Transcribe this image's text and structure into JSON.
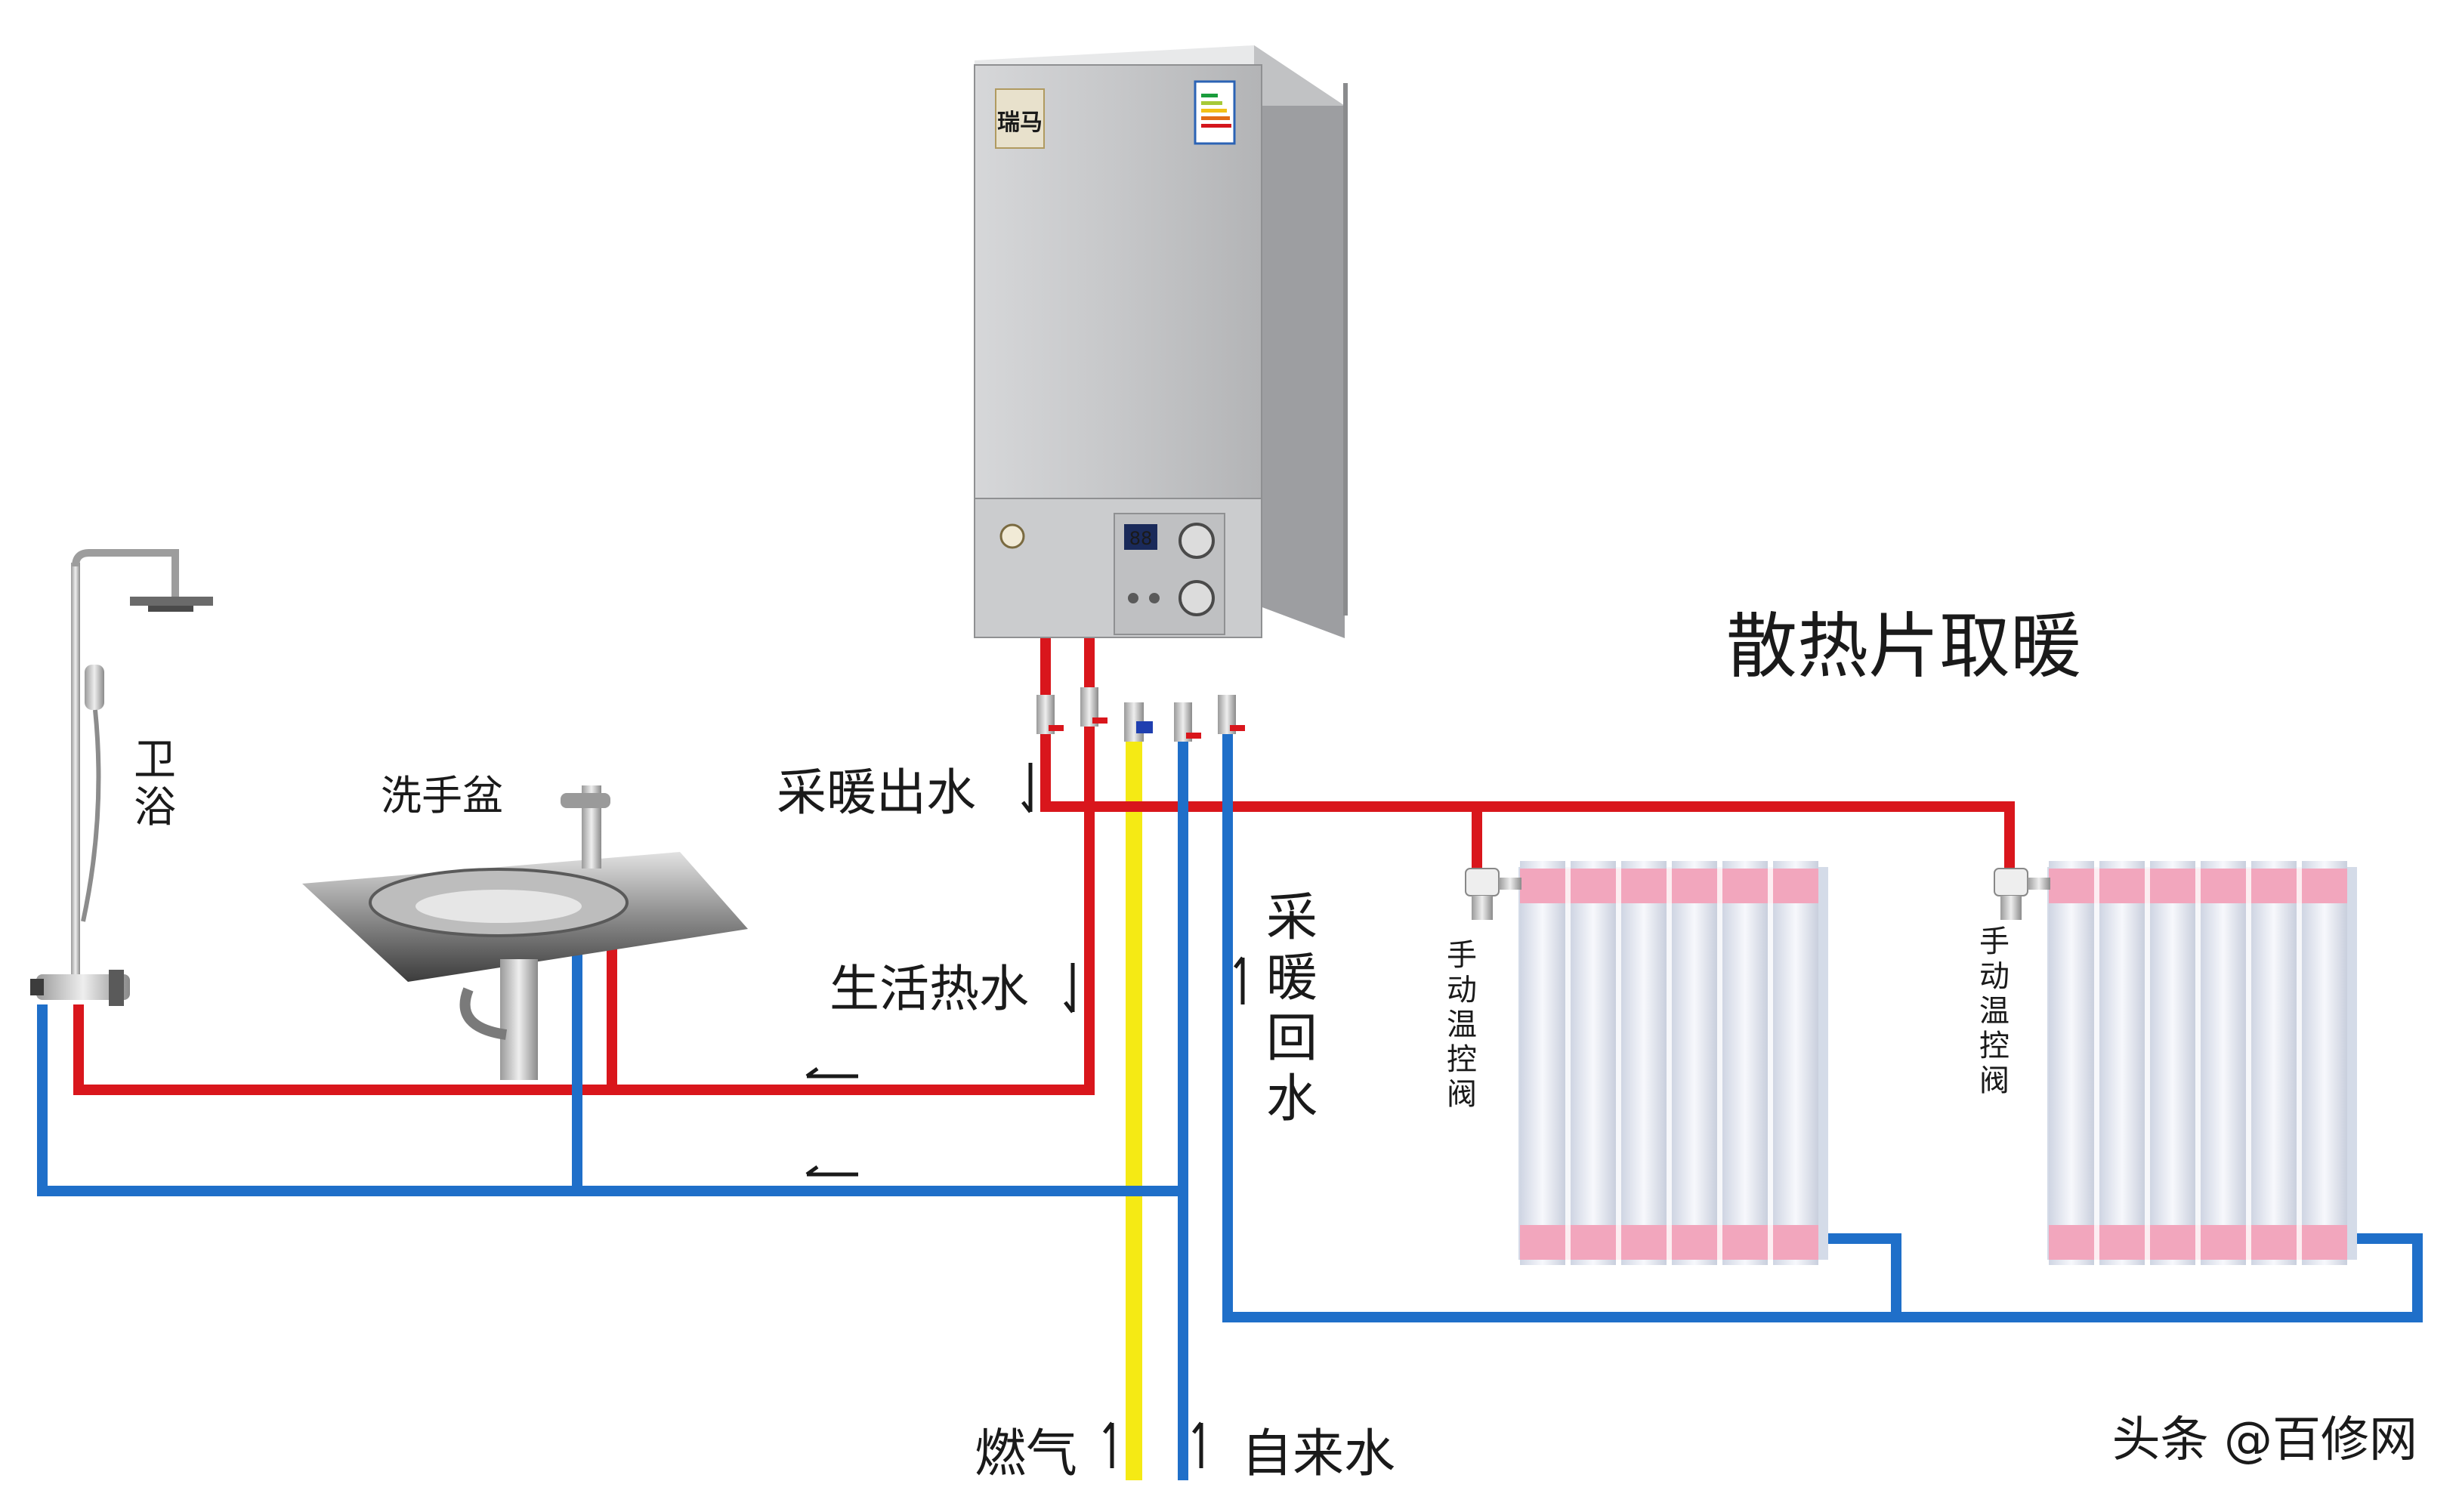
{
  "title": "散热片取暖",
  "labels": {
    "shower": "卫浴",
    "sink": "洗手盆",
    "heating_out": "采暖出水",
    "domestic_hot": "生活热水",
    "heating_return_1": "采",
    "heating_return_2": "暖",
    "heating_return_3": "回",
    "heating_return_4": "水",
    "gas": "燃气",
    "tap_water": "自来水",
    "valve_left_1": "手",
    "valve_left_2": "动",
    "valve_left_3": "温",
    "valve_left_4": "控",
    "valve_left_5": "阀",
    "valve_right_1": "手",
    "valve_right_2": "动",
    "valve_right_3": "温",
    "valve_right_4": "控",
    "valve_right_5": "阀",
    "shower_1": "卫",
    "shower_2": "浴",
    "boiler_display": "88",
    "boiler_logo": "瑞马"
  },
  "watermark": "头条 @百修网",
  "colors": {
    "hot_pipe": "#d9161c",
    "cold_pipe": "#1f6fc9",
    "gas_pipe": "#f5ea14",
    "radiator_cap": "#f2a6bd",
    "radiator_body": "#e6ebf5",
    "boiler_body": "#c2c3c5"
  },
  "icons": [
    "shower-icon",
    "sink-icon",
    "boiler-icon",
    "radiator-icon",
    "valve-icon",
    "flow-arrow-icon"
  ]
}
